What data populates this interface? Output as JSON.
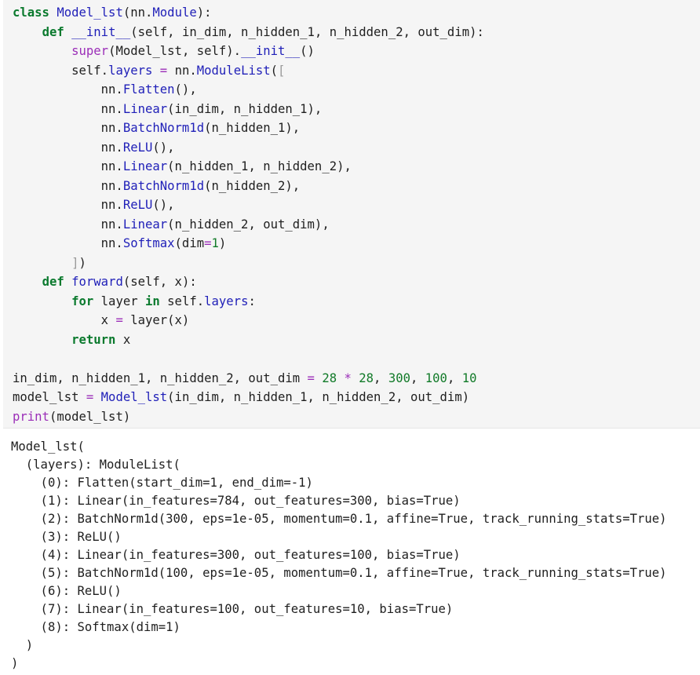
{
  "input_cell": {
    "lines": [
      "class Model_lst(nn.Module):",
      "    def __init__(self, in_dim, n_hidden_1, n_hidden_2, out_dim):",
      "        super(Model_lst, self).__init__()",
      "        self.layers = nn.ModuleList([",
      "            nn.Flatten(),",
      "            nn.Linear(in_dim, n_hidden_1),",
      "            nn.BatchNorm1d(n_hidden_1),",
      "            nn.ReLU(),",
      "            nn.Linear(n_hidden_1, n_hidden_2),",
      "            nn.BatchNorm1d(n_hidden_2),",
      "            nn.ReLU(),",
      "            nn.Linear(n_hidden_2, out_dim),",
      "            nn.Softmax(dim=1)",
      "        ])",
      "    def forward(self, x):",
      "        for layer in self.layers:",
      "            x = layer(x)",
      "        return x",
      "",
      "in_dim, n_hidden_1, n_hidden_2, out_dim = 28 * 28, 300, 100, 10",
      "model_lst = Model_lst(in_dim, n_hidden_1, n_hidden_2, out_dim)",
      "print(model_lst)"
    ]
  },
  "output_cell": {
    "lines": [
      "Model_lst(",
      "  (layers): ModuleList(",
      "    (0): Flatten(start_dim=1, end_dim=-1)",
      "    (1): Linear(in_features=784, out_features=300, bias=True)",
      "    (2): BatchNorm1d(300, eps=1e-05, momentum=0.1, affine=True, track_running_stats=True)",
      "    (3): ReLU()",
      "    (4): Linear(in_features=300, out_features=100, bias=True)",
      "    (5): BatchNorm1d(100, eps=1e-05, momentum=0.1, affine=True, track_running_stats=True)",
      "    (6): ReLU()",
      "    (7): Linear(in_features=100, out_features=10, bias=True)",
      "    (8): Softmax(dim=1)",
      "  )",
      ")"
    ]
  }
}
